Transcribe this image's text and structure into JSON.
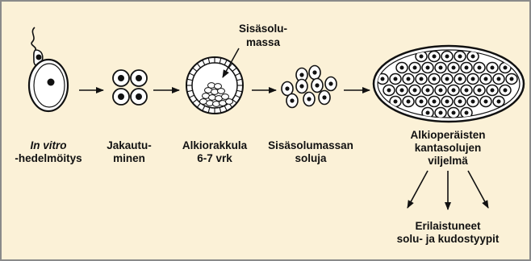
{
  "colors": {
    "background": "#fbf1d7",
    "border": "#8a8a8a",
    "ink": "#111111",
    "cell_fill": "#ffffff"
  },
  "icons": [
    "sperm-cell",
    "egg-cell",
    "four-cell-embryo",
    "blastocyst",
    "inner-cell-mass-cells",
    "culture-dish"
  ],
  "labels": {
    "ivf_line1": "In vitro",
    "ivf_line2": "-hedelmöitys",
    "division_line1": "Jakautu-",
    "division_line2": "minen",
    "blastocyst_line1": "Alkiorakkula",
    "blastocyst_line2": "6-7 vrk",
    "icm_callout_line1": "Sisäsolu-",
    "icm_callout_line2": "massa",
    "icm_cells_line1": "Sisäsolumassan",
    "icm_cells_line2": "soluja",
    "culture_line1": "Alkioperäisten",
    "culture_line2": "kantasolujen",
    "culture_line3": "viljelmä",
    "diff_line1": "Erilaistuneet",
    "diff_line2": "solu- ja kudostyypit"
  }
}
